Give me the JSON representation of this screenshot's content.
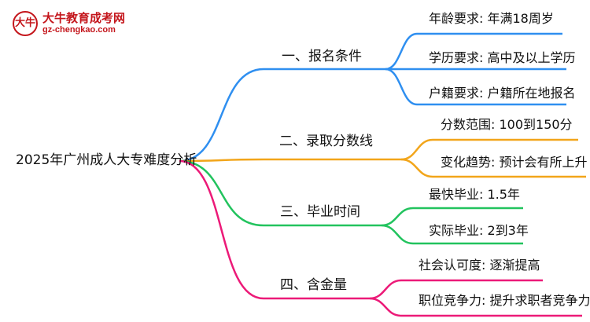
{
  "logo": {
    "mark": "大牛",
    "title": "大牛教育成考网",
    "url": "gz-chengkao.com"
  },
  "root": "2025年广州成人大专难度分析",
  "branches": [
    {
      "label": "一、报名条件",
      "color": "#2f8ff0",
      "leaves": [
        "年龄要求: 年满18周岁",
        "学历要求: 高中及以上学历",
        "户籍要求: 户籍所在地报名"
      ]
    },
    {
      "label": "二、录取分数线",
      "color": "#f2a51a",
      "leaves": [
        "分数范围: 100到150分",
        "变化趋势: 预计会有所上升"
      ]
    },
    {
      "label": "三、毕业时间",
      "color": "#22c35e",
      "leaves": [
        "最快毕业: 1.5年",
        "实际毕业: 2到3年"
      ]
    },
    {
      "label": "四、含金量",
      "color": "#ec1a78",
      "leaves": [
        "社会认可度: 逐渐提高",
        "职位竞争力: 提升求职者竞争力"
      ]
    }
  ]
}
